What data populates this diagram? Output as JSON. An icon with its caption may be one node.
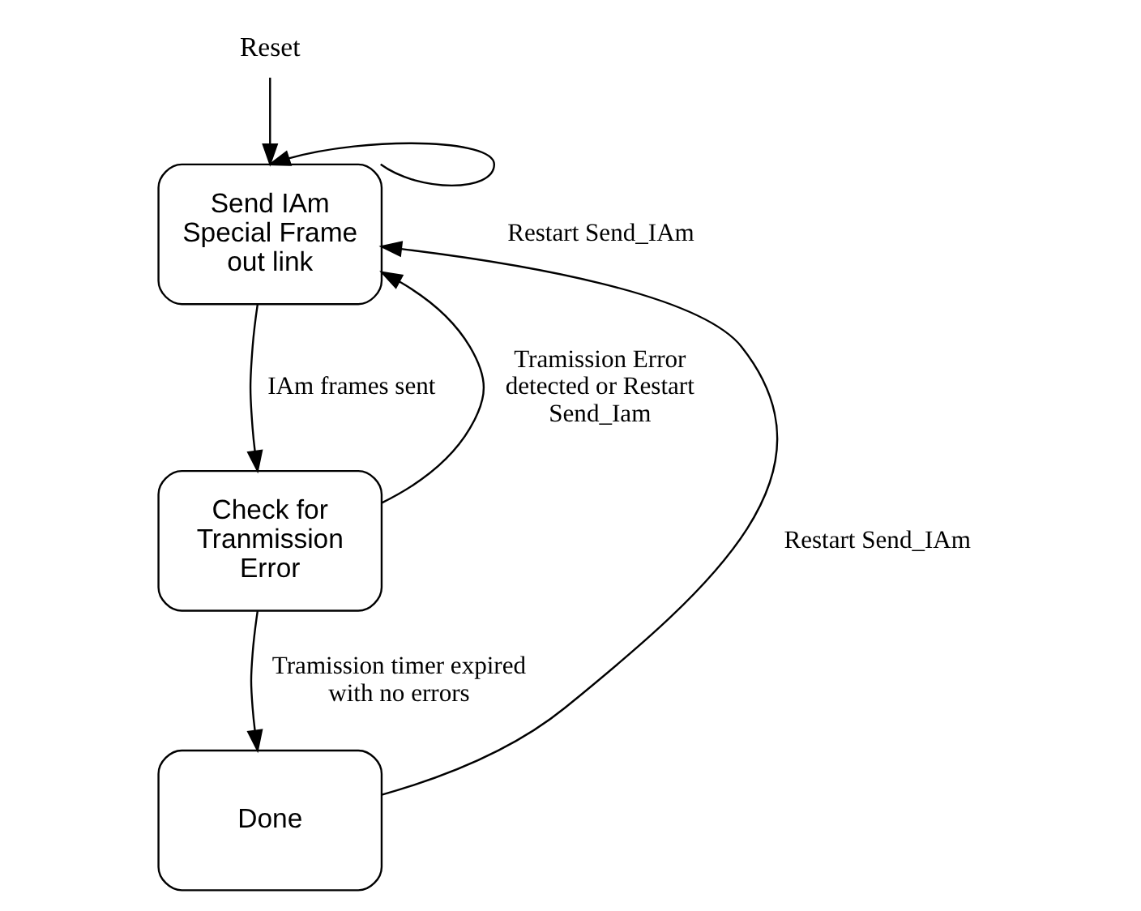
{
  "diagram": {
    "nodes": [
      {
        "text": [
          "Send IAm Special Frame out link"
        ]
      },
      {
        "text": [
          "Check for Tranmission Error"
        ]
      },
      {
        "text": [
          "Done"
        ]
      },
      {
        "text": [
          "Reset"
        ]
      }
    ],
    "edges": [
      {
        "from": 3,
        "to": 0,
        "arrow": "to"
      },
      {
        "from": 0,
        "to": 0,
        "arrow": "to",
        "label": "Restart Send_IAm"
      },
      {
        "from": 0,
        "to": 1,
        "arrow": "to",
        "label": "IAm frames sent"
      },
      {
        "from": 1,
        "to": 0,
        "arrow": "to",
        "label": "Tramission Error detected or Restart Send_Iam"
      },
      {
        "from": 1,
        "to": 2,
        "arrow": "to",
        "label": "Tramission timer expired with no errors"
      },
      {
        "from": 2,
        "to": 0,
        "arrow": "to",
        "label": "Restart Send_IAm"
      }
    ]
  }
}
